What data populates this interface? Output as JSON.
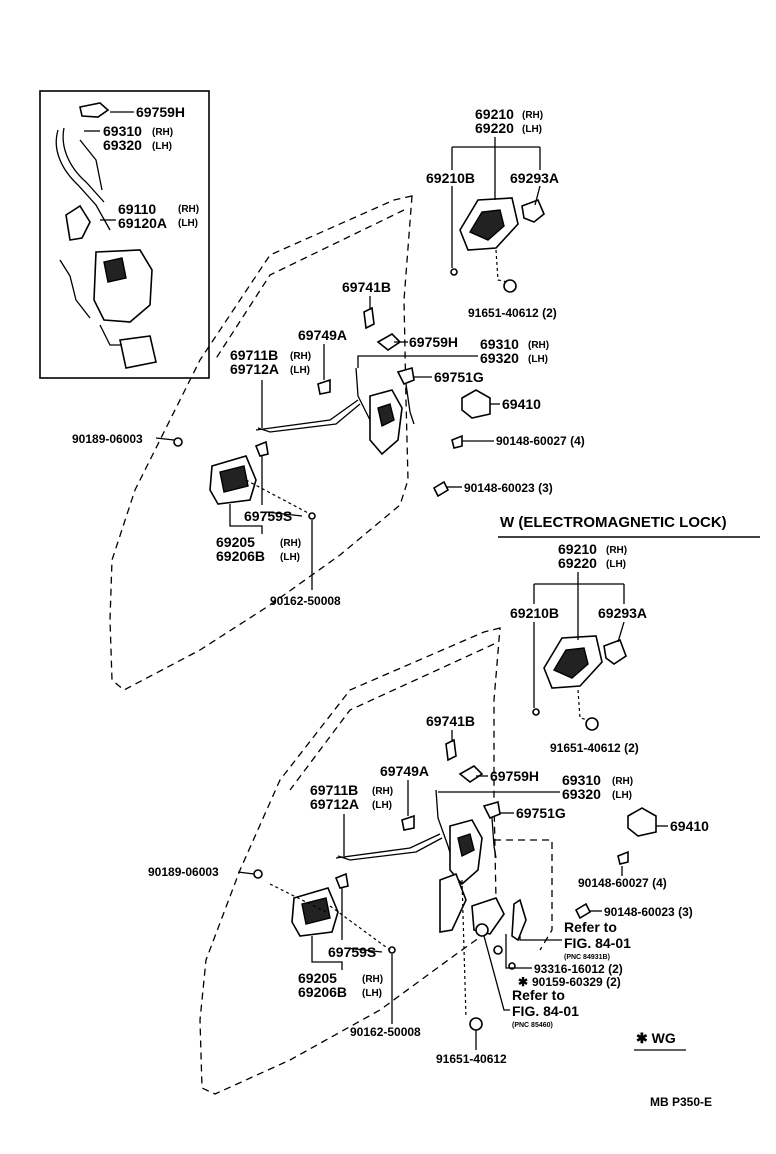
{
  "diagram": {
    "top": {
      "inset": {
        "p69759H": "69759H",
        "p69310": "69310",
        "p69320": "69320",
        "p69110": "69110",
        "p69120A": "69120A"
      },
      "p69210": "69210",
      "p69220": "69220",
      "p69210B": "69210B",
      "p69293A": "69293A",
      "p91651": "91651-40612 (2)",
      "p69741B": "69741B",
      "p69749A": "69749A",
      "p69759H": "69759H",
      "p69310": "69310",
      "p69320": "69320",
      "p69711B": "69711B",
      "p69712A": "69712A",
      "p69751G": "69751G",
      "p69410": "69410",
      "p90189": "90189-06003",
      "p90148_27": "90148-60027 (4)",
      "p90148_23": "90148-60023 (3)",
      "p69759S": "69759S",
      "p69205": "69205",
      "p69206B": "69206B",
      "p90162": "90162-50008"
    },
    "section_heading": "W (ELECTROMAGNETIC  LOCK)",
    "bottom": {
      "p69210": "69210",
      "p69220": "69220",
      "p69210B": "69210B",
      "p69293A": "69293A",
      "p91651": "91651-40612 (2)",
      "p69741B": "69741B",
      "p69749A": "69749A",
      "p69759H": "69759H",
      "p69310": "69310",
      "p69320": "69320",
      "p69711B": "69711B",
      "p69712A": "69712A",
      "p69751G": "69751G",
      "p69410": "69410",
      "p90189": "90189-06003",
      "p90148_27": "90148-60027 (4)",
      "p90148_23": "90148-60023 (3)",
      "refer1": "Refer to",
      "fig1": "FIG. 84-01",
      "pnc1": "(PNC 84931B)",
      "p93316": "93316-16012 (2)",
      "p90159": "90159-60329 (2)",
      "refer2": "Refer to",
      "fig2": "FIG. 84-01",
      "pnc2": "(PNC 85460)",
      "p69759S": "69759S",
      "p69205": "69205",
      "p69206B": "69206B",
      "p90162": "90162-50008",
      "p91651_single": "91651-40612"
    },
    "rh": "(RH)",
    "lh": "(LH)",
    "asterisk": "✱",
    "legend_wg": "✱ WG",
    "footer_code": "MB  P350-E"
  }
}
